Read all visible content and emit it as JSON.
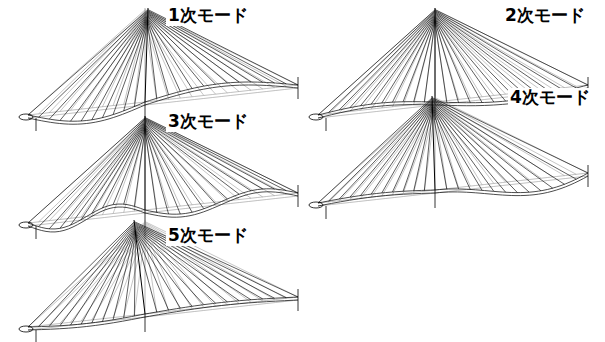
{
  "diagram": {
    "labels": [
      "1次モード",
      "2次モード",
      "3次モード",
      "4次モード",
      "5次モード"
    ]
  }
}
